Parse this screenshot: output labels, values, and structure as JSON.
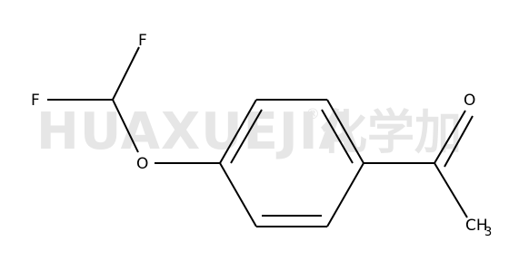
{
  "watermark": {
    "brand": "HUAXUEJIA",
    "registered": "®",
    "chinese": "化学加"
  },
  "atoms": {
    "fluorine_top": "F",
    "fluorine_left": "F",
    "oxygen_ether": "O",
    "oxygen_carbonyl": "O",
    "methyl": "CH",
    "methyl_subscript": "3"
  },
  "colors": {
    "bond": "#000000",
    "watermark": "#e6e6e6",
    "background": "#ffffff"
  }
}
